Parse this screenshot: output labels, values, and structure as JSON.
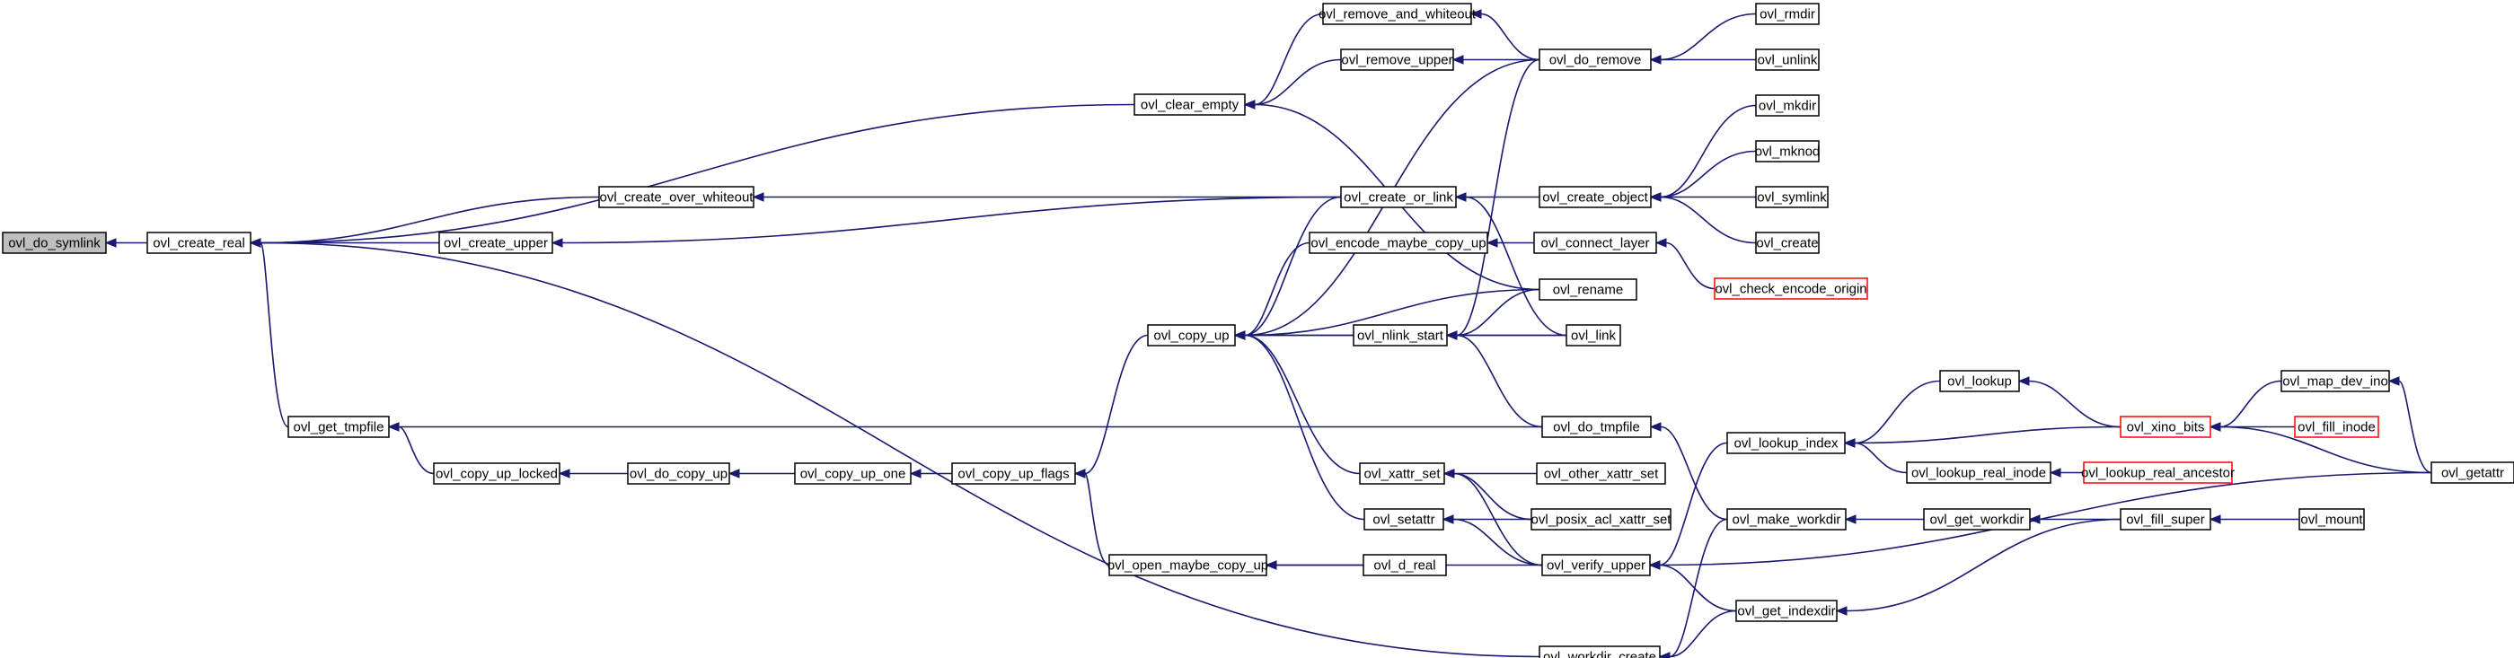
{
  "graph": {
    "kind": "caller-graph",
    "root": "ovl_do_symlink",
    "colors": {
      "edge": "#191970",
      "node_border": "#000000",
      "truncated_border": "#ff0000",
      "root_fill": "#bfbfbf"
    },
    "nodes": [
      {
        "id": "ovl_do_symlink",
        "label": "ovl_do_symlink",
        "style": "root"
      },
      {
        "id": "ovl_create_real",
        "label": "ovl_create_real"
      },
      {
        "id": "ovl_clear_empty",
        "label": "ovl_clear_empty"
      },
      {
        "id": "ovl_create_over_whiteout",
        "label": "ovl_create_over_whiteout"
      },
      {
        "id": "ovl_create_upper",
        "label": "ovl_create_upper"
      },
      {
        "id": "ovl_get_tmpfile",
        "label": "ovl_get_tmpfile"
      },
      {
        "id": "ovl_workdir_create",
        "label": "ovl_workdir_create"
      },
      {
        "id": "ovl_remove_and_whiteout",
        "label": "ovl_remove_and_whiteout"
      },
      {
        "id": "ovl_remove_upper",
        "label": "ovl_remove_upper"
      },
      {
        "id": "ovl_do_remove",
        "label": "ovl_do_remove"
      },
      {
        "id": "ovl_rmdir",
        "label": "ovl_rmdir"
      },
      {
        "id": "ovl_unlink",
        "label": "ovl_unlink"
      },
      {
        "id": "ovl_rename",
        "label": "ovl_rename"
      },
      {
        "id": "ovl_create_or_link",
        "label": "ovl_create_or_link"
      },
      {
        "id": "ovl_create_object",
        "label": "ovl_create_object"
      },
      {
        "id": "ovl_mkdir",
        "label": "ovl_mkdir"
      },
      {
        "id": "ovl_mknod",
        "label": "ovl_mknod"
      },
      {
        "id": "ovl_symlink",
        "label": "ovl_symlink"
      },
      {
        "id": "ovl_create",
        "label": "ovl_create"
      },
      {
        "id": "ovl_link",
        "label": "ovl_link"
      },
      {
        "id": "ovl_copy_up",
        "label": "ovl_copy_up"
      },
      {
        "id": "ovl_encode_maybe_copy_up",
        "label": "ovl_encode_maybe_copy_up"
      },
      {
        "id": "ovl_connect_layer",
        "label": "ovl_connect_layer"
      },
      {
        "id": "ovl_check_encode_origin",
        "label": "ovl_check_encode_origin",
        "style": "truncated"
      },
      {
        "id": "ovl_nlink_start",
        "label": "ovl_nlink_start"
      },
      {
        "id": "ovl_do_tmpfile",
        "label": "ovl_do_tmpfile"
      },
      {
        "id": "ovl_copy_up_locked",
        "label": "ovl_copy_up_locked"
      },
      {
        "id": "ovl_do_copy_up",
        "label": "ovl_do_copy_up"
      },
      {
        "id": "ovl_copy_up_one",
        "label": "ovl_copy_up_one"
      },
      {
        "id": "ovl_copy_up_flags",
        "label": "ovl_copy_up_flags"
      },
      {
        "id": "ovl_xattr_set",
        "label": "ovl_xattr_set"
      },
      {
        "id": "ovl_other_xattr_set",
        "label": "ovl_other_xattr_set"
      },
      {
        "id": "ovl_setattr",
        "label": "ovl_setattr"
      },
      {
        "id": "ovl_posix_acl_xattr_set",
        "label": "ovl_posix_acl_xattr_set"
      },
      {
        "id": "ovl_open_maybe_copy_up",
        "label": "ovl_open_maybe_copy_up"
      },
      {
        "id": "ovl_d_real",
        "label": "ovl_d_real"
      },
      {
        "id": "ovl_verify_upper",
        "label": "ovl_verify_upper"
      },
      {
        "id": "ovl_lookup_index",
        "label": "ovl_lookup_index"
      },
      {
        "id": "ovl_lookup",
        "label": "ovl_lookup"
      },
      {
        "id": "ovl_xino_bits",
        "label": "ovl_xino_bits",
        "style": "truncated"
      },
      {
        "id": "ovl_map_dev_ino",
        "label": "ovl_map_dev_ino"
      },
      {
        "id": "ovl_fill_inode",
        "label": "ovl_fill_inode",
        "style": "truncated"
      },
      {
        "id": "ovl_getattr",
        "label": "ovl_getattr"
      },
      {
        "id": "ovl_lookup_real_inode",
        "label": "ovl_lookup_real_inode"
      },
      {
        "id": "ovl_lookup_real_ancestor",
        "label": "ovl_lookup_real_ancestor",
        "style": "truncated"
      },
      {
        "id": "ovl_make_workdir",
        "label": "ovl_make_workdir"
      },
      {
        "id": "ovl_get_workdir",
        "label": "ovl_get_workdir"
      },
      {
        "id": "ovl_fill_super",
        "label": "ovl_fill_super"
      },
      {
        "id": "ovl_mount",
        "label": "ovl_mount"
      },
      {
        "id": "ovl_get_indexdir",
        "label": "ovl_get_indexdir"
      }
    ],
    "edges": [
      [
        "ovl_create_real",
        "ovl_do_symlink"
      ],
      [
        "ovl_clear_empty",
        "ovl_create_real"
      ],
      [
        "ovl_create_over_whiteout",
        "ovl_create_real"
      ],
      [
        "ovl_create_upper",
        "ovl_create_real"
      ],
      [
        "ovl_get_tmpfile",
        "ovl_create_real"
      ],
      [
        "ovl_workdir_create",
        "ovl_create_real"
      ],
      [
        "ovl_remove_and_whiteout",
        "ovl_clear_empty"
      ],
      [
        "ovl_remove_upper",
        "ovl_clear_empty"
      ],
      [
        "ovl_rename",
        "ovl_clear_empty"
      ],
      [
        "ovl_do_remove",
        "ovl_remove_and_whiteout"
      ],
      [
        "ovl_do_remove",
        "ovl_remove_upper"
      ],
      [
        "ovl_rmdir",
        "ovl_do_remove"
      ],
      [
        "ovl_unlink",
        "ovl_do_remove"
      ],
      [
        "ovl_create_or_link",
        "ovl_create_over_whiteout"
      ],
      [
        "ovl_create_or_link",
        "ovl_create_upper"
      ],
      [
        "ovl_create_object",
        "ovl_create_or_link"
      ],
      [
        "ovl_link",
        "ovl_create_or_link"
      ],
      [
        "ovl_mkdir",
        "ovl_create_object"
      ],
      [
        "ovl_mknod",
        "ovl_create_object"
      ],
      [
        "ovl_symlink",
        "ovl_create_object"
      ],
      [
        "ovl_create",
        "ovl_create_object"
      ],
      [
        "ovl_do_remove",
        "ovl_copy_up"
      ],
      [
        "ovl_create_or_link",
        "ovl_copy_up"
      ],
      [
        "ovl_encode_maybe_copy_up",
        "ovl_copy_up"
      ],
      [
        "ovl_rename",
        "ovl_copy_up"
      ],
      [
        "ovl_nlink_start",
        "ovl_copy_up"
      ],
      [
        "ovl_link",
        "ovl_copy_up"
      ],
      [
        "ovl_xattr_set",
        "ovl_copy_up"
      ],
      [
        "ovl_setattr",
        "ovl_copy_up"
      ],
      [
        "ovl_connect_layer",
        "ovl_encode_maybe_copy_up"
      ],
      [
        "ovl_check_encode_origin",
        "ovl_connect_layer"
      ],
      [
        "ovl_do_remove",
        "ovl_nlink_start"
      ],
      [
        "ovl_rename",
        "ovl_nlink_start"
      ],
      [
        "ovl_link",
        "ovl_nlink_start"
      ],
      [
        "ovl_do_tmpfile",
        "ovl_nlink_start"
      ],
      [
        "ovl_do_tmpfile",
        "ovl_get_tmpfile"
      ],
      [
        "ovl_make_workdir",
        "ovl_do_tmpfile"
      ],
      [
        "ovl_copy_up_locked",
        "ovl_get_tmpfile"
      ],
      [
        "ovl_do_copy_up",
        "ovl_copy_up_locked"
      ],
      [
        "ovl_copy_up_one",
        "ovl_do_copy_up"
      ],
      [
        "ovl_copy_up_flags",
        "ovl_copy_up_one"
      ],
      [
        "ovl_copy_up",
        "ovl_copy_up_flags"
      ],
      [
        "ovl_open_maybe_copy_up",
        "ovl_copy_up_flags"
      ],
      [
        "ovl_other_xattr_set",
        "ovl_xattr_set"
      ],
      [
        "ovl_posix_acl_xattr_set",
        "ovl_xattr_set"
      ],
      [
        "ovl_verify_upper",
        "ovl_xattr_set"
      ],
      [
        "ovl_posix_acl_xattr_set",
        "ovl_setattr"
      ],
      [
        "ovl_verify_upper",
        "ovl_setattr"
      ],
      [
        "ovl_d_real",
        "ovl_open_maybe_copy_up"
      ],
      [
        "ovl_verify_upper",
        "ovl_open_maybe_copy_up"
      ],
      [
        "ovl_lookup_index",
        "ovl_verify_upper"
      ],
      [
        "ovl_get_indexdir",
        "ovl_verify_upper"
      ],
      [
        "ovl_getattr",
        "ovl_verify_upper"
      ],
      [
        "ovl_lookup",
        "ovl_lookup_index"
      ],
      [
        "ovl_xino_bits",
        "ovl_lookup_index"
      ],
      [
        "ovl_lookup_real_inode",
        "ovl_lookup_index"
      ],
      [
        "ovl_xino_bits",
        "ovl_lookup"
      ],
      [
        "ovl_map_dev_ino",
        "ovl_xino_bits"
      ],
      [
        "ovl_fill_inode",
        "ovl_xino_bits"
      ],
      [
        "ovl_getattr",
        "ovl_xino_bits"
      ],
      [
        "ovl_getattr",
        "ovl_map_dev_ino"
      ],
      [
        "ovl_lookup_real_ancestor",
        "ovl_lookup_real_inode"
      ],
      [
        "ovl_get_workdir",
        "ovl_make_workdir"
      ],
      [
        "ovl_fill_super",
        "ovl_get_workdir"
      ],
      [
        "ovl_mount",
        "ovl_fill_super"
      ],
      [
        "ovl_make_workdir",
        "ovl_workdir_create"
      ],
      [
        "ovl_get_indexdir",
        "ovl_workdir_create"
      ],
      [
        "ovl_fill_super",
        "ovl_get_indexdir"
      ]
    ]
  }
}
